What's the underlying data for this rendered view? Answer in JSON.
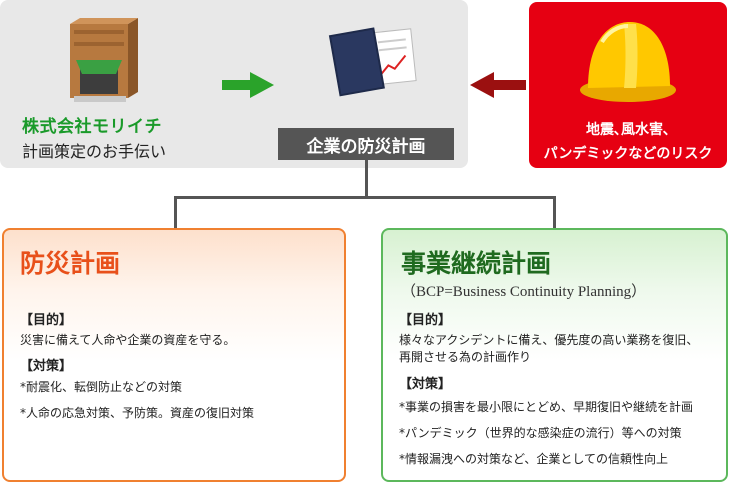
{
  "company": {
    "name": "株式会社モリイチ",
    "tagline": "計画策定のお手伝い"
  },
  "plan_label": "企業の防災計画",
  "risk": {
    "line1": "地震､風水害､",
    "line2": "パンデミックなどのリスク"
  },
  "disaster_plan": {
    "title": "防災計画",
    "purpose_heading": "【目的】",
    "purpose_text": "災害に備えて人命や企業の資産を守る。",
    "measures_heading": "【対策】",
    "measures": [
      "*耐震化、転倒防止などの対策",
      "*人命の応急対策、予防策。資産の復旧対策"
    ]
  },
  "bcp": {
    "title": "事業継続計画",
    "subtitle": "（BCP=Business Continuity Planning）",
    "purpose_heading": "【目的】",
    "purpose_lines": [
      "様々なアクシデントに備え、優先度の高い業務を復旧、",
      "再開させる為の計画作り"
    ],
    "measures_heading": "【対策】",
    "measures": [
      "*事業の損害を最小限にとどめ、早期復旧や継続を計画",
      "*パンデミック（世界的な感染症の流行）等への対策",
      "*情報漏洩への対策など、企業としての信頼性向上"
    ]
  },
  "colors": {
    "accent_green": "#1a9a2a",
    "risk_red": "#e60012",
    "disaster_orange": "#e8501a",
    "bcp_green": "#1f6a1f"
  }
}
